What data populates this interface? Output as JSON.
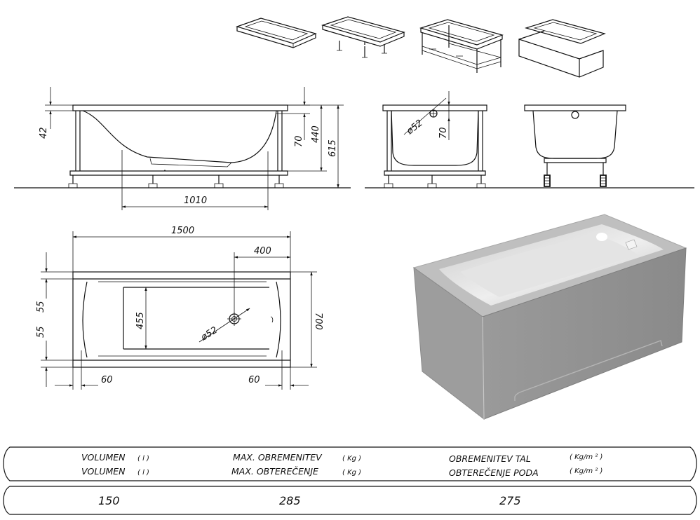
{
  "dimensions": {
    "d42": "42",
    "d70_side": "70",
    "d440": "440",
    "d615": "615",
    "d52_front": "ø52",
    "d70_front": "70",
    "d1010": "1010",
    "d1500": "1500",
    "d400": "400",
    "d55_top": "55",
    "d55_bottom": "55",
    "d455": "455",
    "d52_plan": "ø52",
    "d700": "700",
    "d60_left": "60",
    "d60_right": "60"
  },
  "spec_table": {
    "headers": [
      {
        "line1": "VOLUMEN",
        "unit1": "( l )",
        "line2": "VOLUMEN",
        "unit2": "( l )"
      },
      {
        "line1": "MAX. OBREMENITEV",
        "unit1": "( Kg )",
        "line2": "MAX. OBTEREČENJE",
        "unit2": "( Kg )"
      },
      {
        "line1": "OBREMENITEV TAL",
        "unit1": "( Kg/m ² )",
        "line2": "OBTEREČENJE PODA",
        "unit2": "( Kg/m ² )"
      }
    ],
    "values": [
      "150",
      "285",
      "275"
    ]
  },
  "colors": {
    "line": "#111111",
    "tub_face": "#8f8f8f",
    "tub_top": "#bdbdbd",
    "tub_inner": "#d9d9d9"
  }
}
